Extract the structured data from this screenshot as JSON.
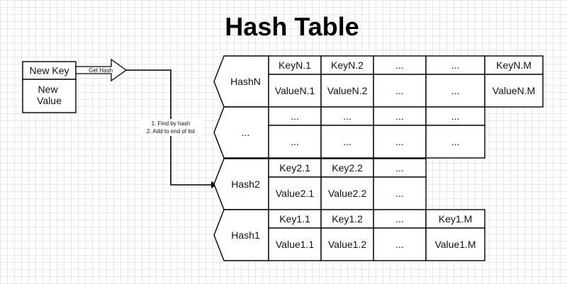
{
  "title": "Hash Table",
  "new_entry": {
    "key_label": "New Key",
    "value_label": "New Value"
  },
  "get_hash_label": "Get Hash",
  "steps": [
    "1. Find by hash",
    "2. Add to end of list"
  ],
  "buckets": [
    {
      "label": "HashN",
      "entries": [
        {
          "key": "KeyN.1",
          "value": "ValueN.1"
        },
        {
          "key": "KeyN.2",
          "value": "ValueN.2"
        },
        {
          "key": "...",
          "value": "..."
        },
        {
          "key": "...",
          "value": "..."
        },
        {
          "key": "KeyN.M",
          "value": "ValueN.M"
        }
      ]
    },
    {
      "label": "...",
      "entries": [
        {
          "key": "...",
          "value": "..."
        },
        {
          "key": "...",
          "value": "..."
        },
        {
          "key": "...",
          "value": "..."
        },
        {
          "key": "...",
          "value": "..."
        }
      ]
    },
    {
      "label": "Hash2",
      "entries": [
        {
          "key": "Key2.1",
          "value": "Value2.1"
        },
        {
          "key": "Key2.2",
          "value": "Value2.2"
        },
        {
          "key": "...",
          "value": "..."
        }
      ]
    },
    {
      "label": "Hash1",
      "entries": [
        {
          "key": "Key1.1",
          "value": "Value1.1"
        },
        {
          "key": "Key1.2",
          "value": "Value1.2"
        },
        {
          "key": "...",
          "value": "..."
        },
        {
          "key": "Key1.M",
          "value": "Value1.M"
        }
      ]
    }
  ]
}
